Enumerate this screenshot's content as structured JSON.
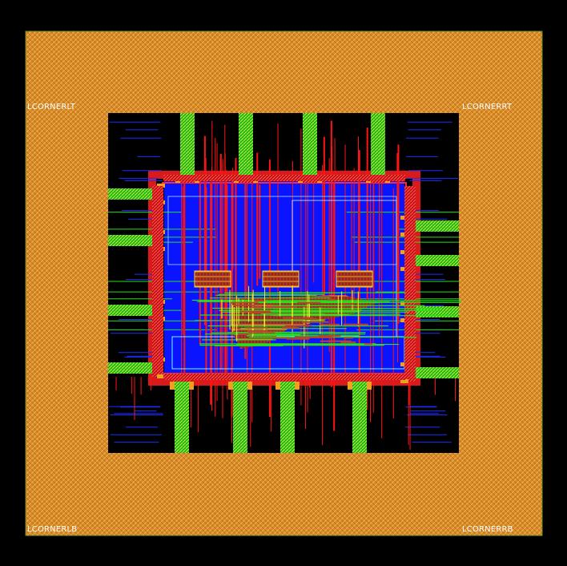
{
  "view": {
    "background": "#000000",
    "die_ring_color": "#e39a2b",
    "core_fill_color": "#0a14ff",
    "metal1_color": "#ff1414",
    "metal2_color": "#1a2fff",
    "metal3_color": "#27e01b",
    "metal4_color": "#f4ef20",
    "poly_color": "#b2482a"
  },
  "corner_labels": {
    "top_left": "LCORNERLT",
    "top_right": "LCORNERRT",
    "bottom_left": "LCORNERLB",
    "bottom_right": "LCORNERRB"
  },
  "pads": {
    "top_count": 4,
    "bottom_count": 4,
    "left_count": 4,
    "right_count": 4
  }
}
